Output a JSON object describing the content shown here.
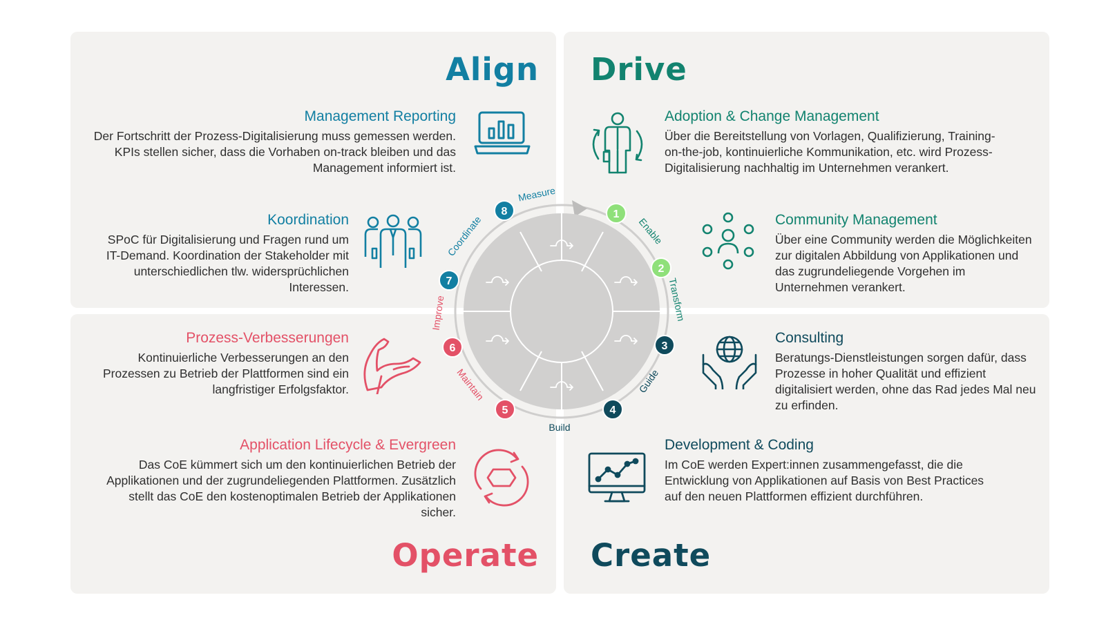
{
  "colors": {
    "align": "#127fa2",
    "drive": "#12836f",
    "create": "#0f4a5c",
    "operate": "#e35167",
    "panel": "#f3f2f0",
    "wheel": "#d1d0cf",
    "light_green": "#8fe07a"
  },
  "quadrants": {
    "align": "Align",
    "drive": "Drive",
    "operate": "Operate",
    "create": "Create"
  },
  "blocks": {
    "management_reporting": {
      "title": "Management Reporting",
      "text": "Der Fortschritt der Prozess-Digitalisierung muss gemessen werden. KPIs stellen sicher, dass die Vorhaben on-track bleiben und das Management informiert ist.",
      "icon": "laptop-chart-icon"
    },
    "koordination": {
      "title": "Koordination",
      "text": "SPoC für Digitalisierung und Fragen rund um IT-Demand. Koordination der Stakeholder mit unterschiedlichen tlw. widersprüchlichen Interessen.",
      "icon": "team-people-icon"
    },
    "adoption": {
      "title": "Adoption & Change Management",
      "text": "Über die Bereitstellung von Vorlagen, Qualifizierung, Training-on-the-job, kontinuierliche Kommunikation, etc. wird Prozess-Digitalisierung nachhaltig im Unternehmen verankert.",
      "icon": "person-cycle-icon"
    },
    "community": {
      "title": "Community Management",
      "text": "Über eine Community werden die Möglichkeiten zur digitalen Abbildung von Applikationen und das zugrundeliegende Vorgehen im Unternehmen verankert.",
      "icon": "community-network-icon"
    },
    "prozess": {
      "title": "Prozess-Verbesserungen",
      "text": "Kontinuierliche Verbesserungen an den Prozessen zu Betrieb der Plattformen sind ein langfristiger Erfolgsfaktor.",
      "icon": "muscle-arm-icon"
    },
    "lifecycle": {
      "title": "Application Lifecycle & Evergreen",
      "text": "Das CoE kümmert sich um den kontinuierlichen Betrieb der Applikationen und der zugrundeliegenden Plattformen. Zusätzlich stellt das CoE den kostenoptimalen Betrieb der Applikationen sicher.",
      "icon": "hexagon-cycle-icon"
    },
    "consulting": {
      "title": "Consulting",
      "text": "Beratungs-Dienstleistungen sorgen dafür, dass Prozesse in hoher Qualität und effizient digitalisiert werden, ohne das Rad jedes Mal neu zu erfinden.",
      "icon": "hands-globe-icon"
    },
    "development": {
      "title": "Development & Coding",
      "text": "Im CoE werden Expert:innen zusammengefasst, die die Entwicklung von Applikationen auf Basis von Best Practices auf den neuen Plattformen effizient durchführen.",
      "icon": "monitor-graph-icon"
    }
  },
  "cycle": {
    "steps": [
      {
        "num": "1",
        "label": "Enable"
      },
      {
        "num": "2",
        "label": "Transform"
      },
      {
        "num": "3",
        "label": "Guide"
      },
      {
        "num": "4",
        "label": "Build"
      },
      {
        "num": "5",
        "label": "Maintain"
      },
      {
        "num": "6",
        "label": "Improve"
      },
      {
        "num": "7",
        "label": "Coordinate"
      },
      {
        "num": "8",
        "label": "Measure"
      }
    ]
  }
}
